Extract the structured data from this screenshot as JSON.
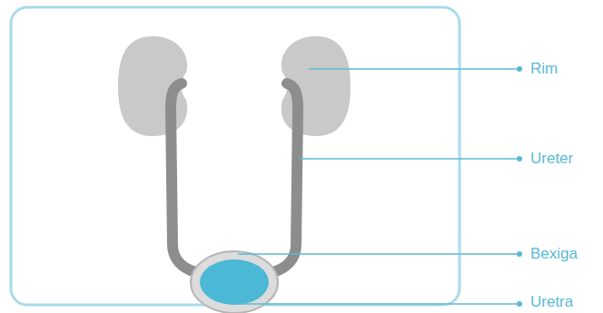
{
  "diagram": {
    "labels": [
      "Rim",
      "Ureter",
      "Bexiga",
      "Uretra"
    ]
  }
}
